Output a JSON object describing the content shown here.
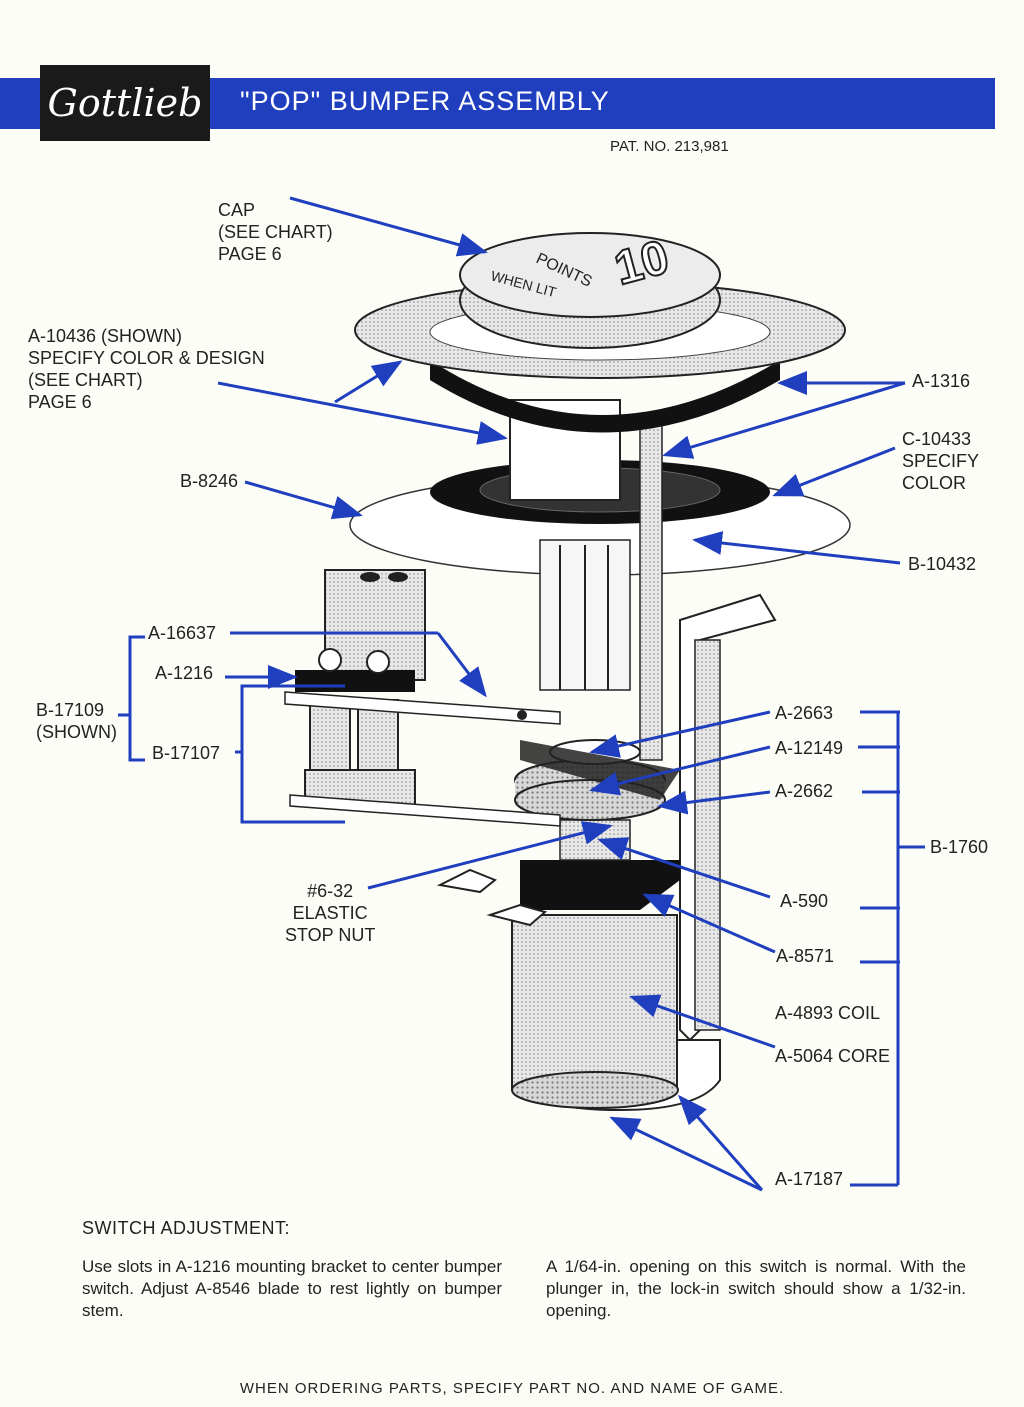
{
  "header": {
    "logo": "Gottlieb",
    "title": "\"POP\" BUMPER ASSEMBLY",
    "patent": "PAT. NO. 213,981"
  },
  "labels": {
    "cap": [
      "CAP",
      "(SEE CHART)",
      "PAGE 6"
    ],
    "a10436": [
      "A-10436 (SHOWN)",
      "SPECIFY COLOR & DESIGN",
      "(SEE CHART)",
      "PAGE 6"
    ],
    "b8246": "B-8246",
    "a1316": "A-1316",
    "c10433": [
      "C-10433",
      "SPECIFY",
      "COLOR"
    ],
    "b10432": "B-10432",
    "a16637": "A-16637",
    "a1216": "A-1216",
    "b17109": [
      "B-17109",
      "(SHOWN)"
    ],
    "b17107": "B-17107",
    "a2663": "A-2663",
    "a12149": "A-12149",
    "a2662": "A-2662",
    "b1760": "B-1760",
    "stopnut": [
      "#6-32",
      "ELASTIC",
      "STOP NUT"
    ],
    "a590": "A-590",
    "a8571": "A-8571",
    "a4893": "A-4893 COIL",
    "a5064": "A-5064 CORE",
    "a17187": "A-17187"
  },
  "cap_text": {
    "number": "10",
    "points": "POINTS",
    "when_lit": "WHEN LIT"
  },
  "adjustment": {
    "title": "SWITCH ADJUSTMENT:",
    "left": "Use slots in A-1216 mounting bracket to center bumper switch. Adjust A-8546 blade to rest lightly on bumper stem.",
    "right": "A 1/64-in. opening on this switch is normal. With the plunger in, the lock-in switch should show a 1/32-in. opening."
  },
  "footer": "WHEN ORDERING PARTS, SPECIFY PART NO. AND NAME OF GAME.",
  "colors": {
    "banner": "#1f3fbf",
    "leader": "#1f3fbf"
  }
}
